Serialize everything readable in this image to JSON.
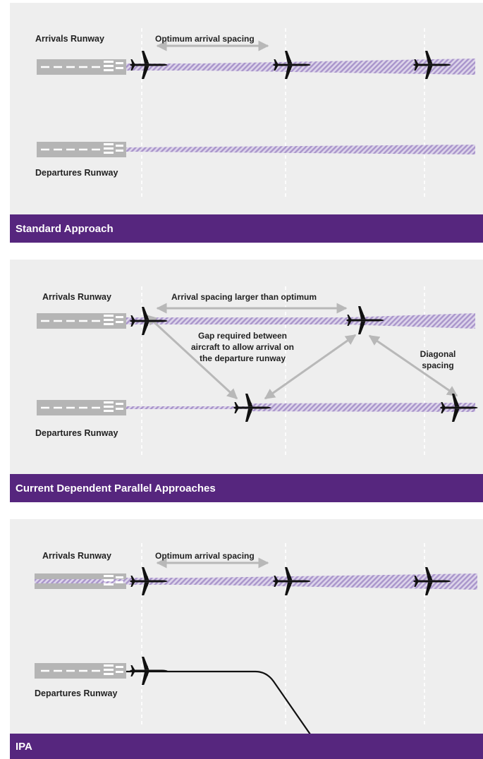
{
  "colors": {
    "panel_bg": "#eeeeee",
    "title_bar": "#56267e",
    "runway": "#b5b5b5",
    "hatch": "#b9a9d3",
    "arrow": "#b8b8b8",
    "aircraft": "#111111"
  },
  "panels": [
    {
      "title": "Standard Approach",
      "arrivals_label": "Arrivals Runway",
      "departures_label": "Departures Runway",
      "annotations": [
        "Optimum arrival spacing"
      ]
    },
    {
      "title": "Current Dependent Parallel Approaches",
      "arrivals_label": "Arrivals Runway",
      "departures_label": "Departures Runway",
      "annotations": [
        "Arrival spacing larger than optimum",
        "Gap required between aircraft to allow arrival on the departure runway",
        "Diagonal spacing"
      ]
    },
    {
      "title": "IPA",
      "arrivals_label": "Arrivals Runway",
      "departures_label": "Departures Runway",
      "annotations": [
        "Optimum arrival spacing"
      ]
    }
  ]
}
